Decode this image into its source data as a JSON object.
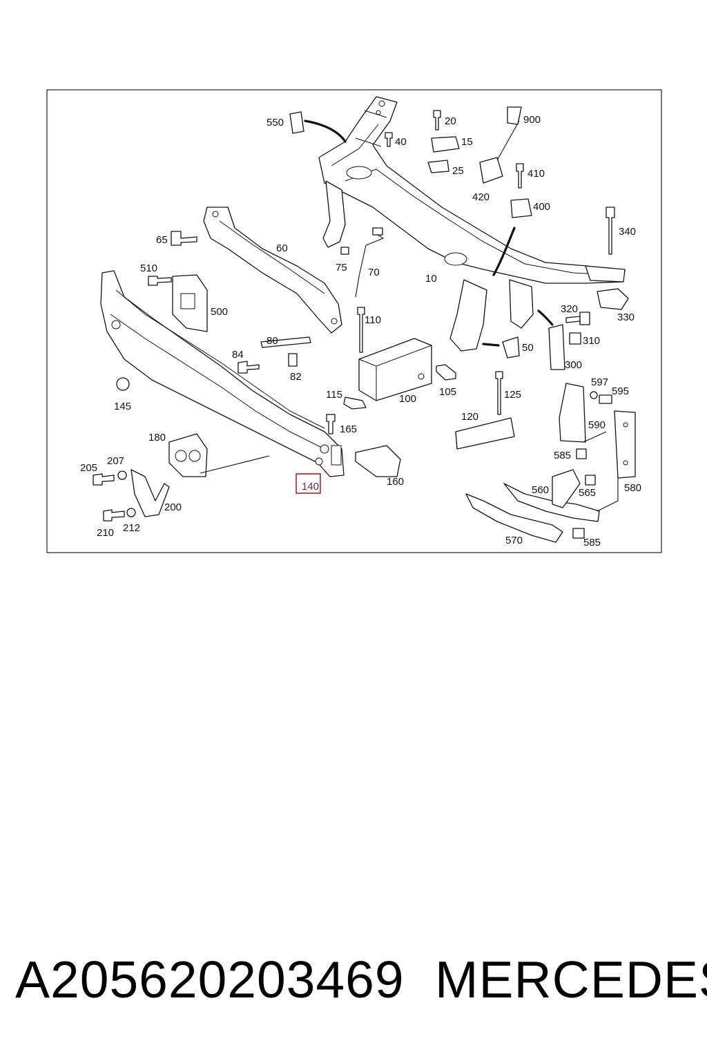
{
  "diagram": {
    "callouts": {
      "c550": "550",
      "c20": "20",
      "c900": "900",
      "c40": "40",
      "c15": "15",
      "c25": "25",
      "c410": "410",
      "c420": "420",
      "c400": "400",
      "c340": "340",
      "c65": "65",
      "c60": "60",
      "c75": "75",
      "c70": "70",
      "c10": "10",
      "c510": "510",
      "c500": "500",
      "c110": "110",
      "c320": "320",
      "c330": "330",
      "c310": "310",
      "c50": "50",
      "c300": "300",
      "c80": "80",
      "c84": "84",
      "c82": "82",
      "c115": "115",
      "c100": "100",
      "c105": "105",
      "c125": "125",
      "c145": "145",
      "c165": "165",
      "c120": "120",
      "c597": "597",
      "c595": "595",
      "c590": "590",
      "c180": "180",
      "c585a": "585",
      "c207": "207",
      "c205": "205",
      "c140": "140",
      "c160": "160",
      "c560": "560",
      "c565": "565",
      "c580": "580",
      "c200": "200",
      "c210": "210",
      "c212": "212",
      "c570": "570",
      "c585b": "585"
    },
    "highlighted_callout": "140",
    "highlight_color": "#d01818"
  },
  "caption": {
    "part_number": "A205620203469",
    "brand": "MERCEDES"
  }
}
